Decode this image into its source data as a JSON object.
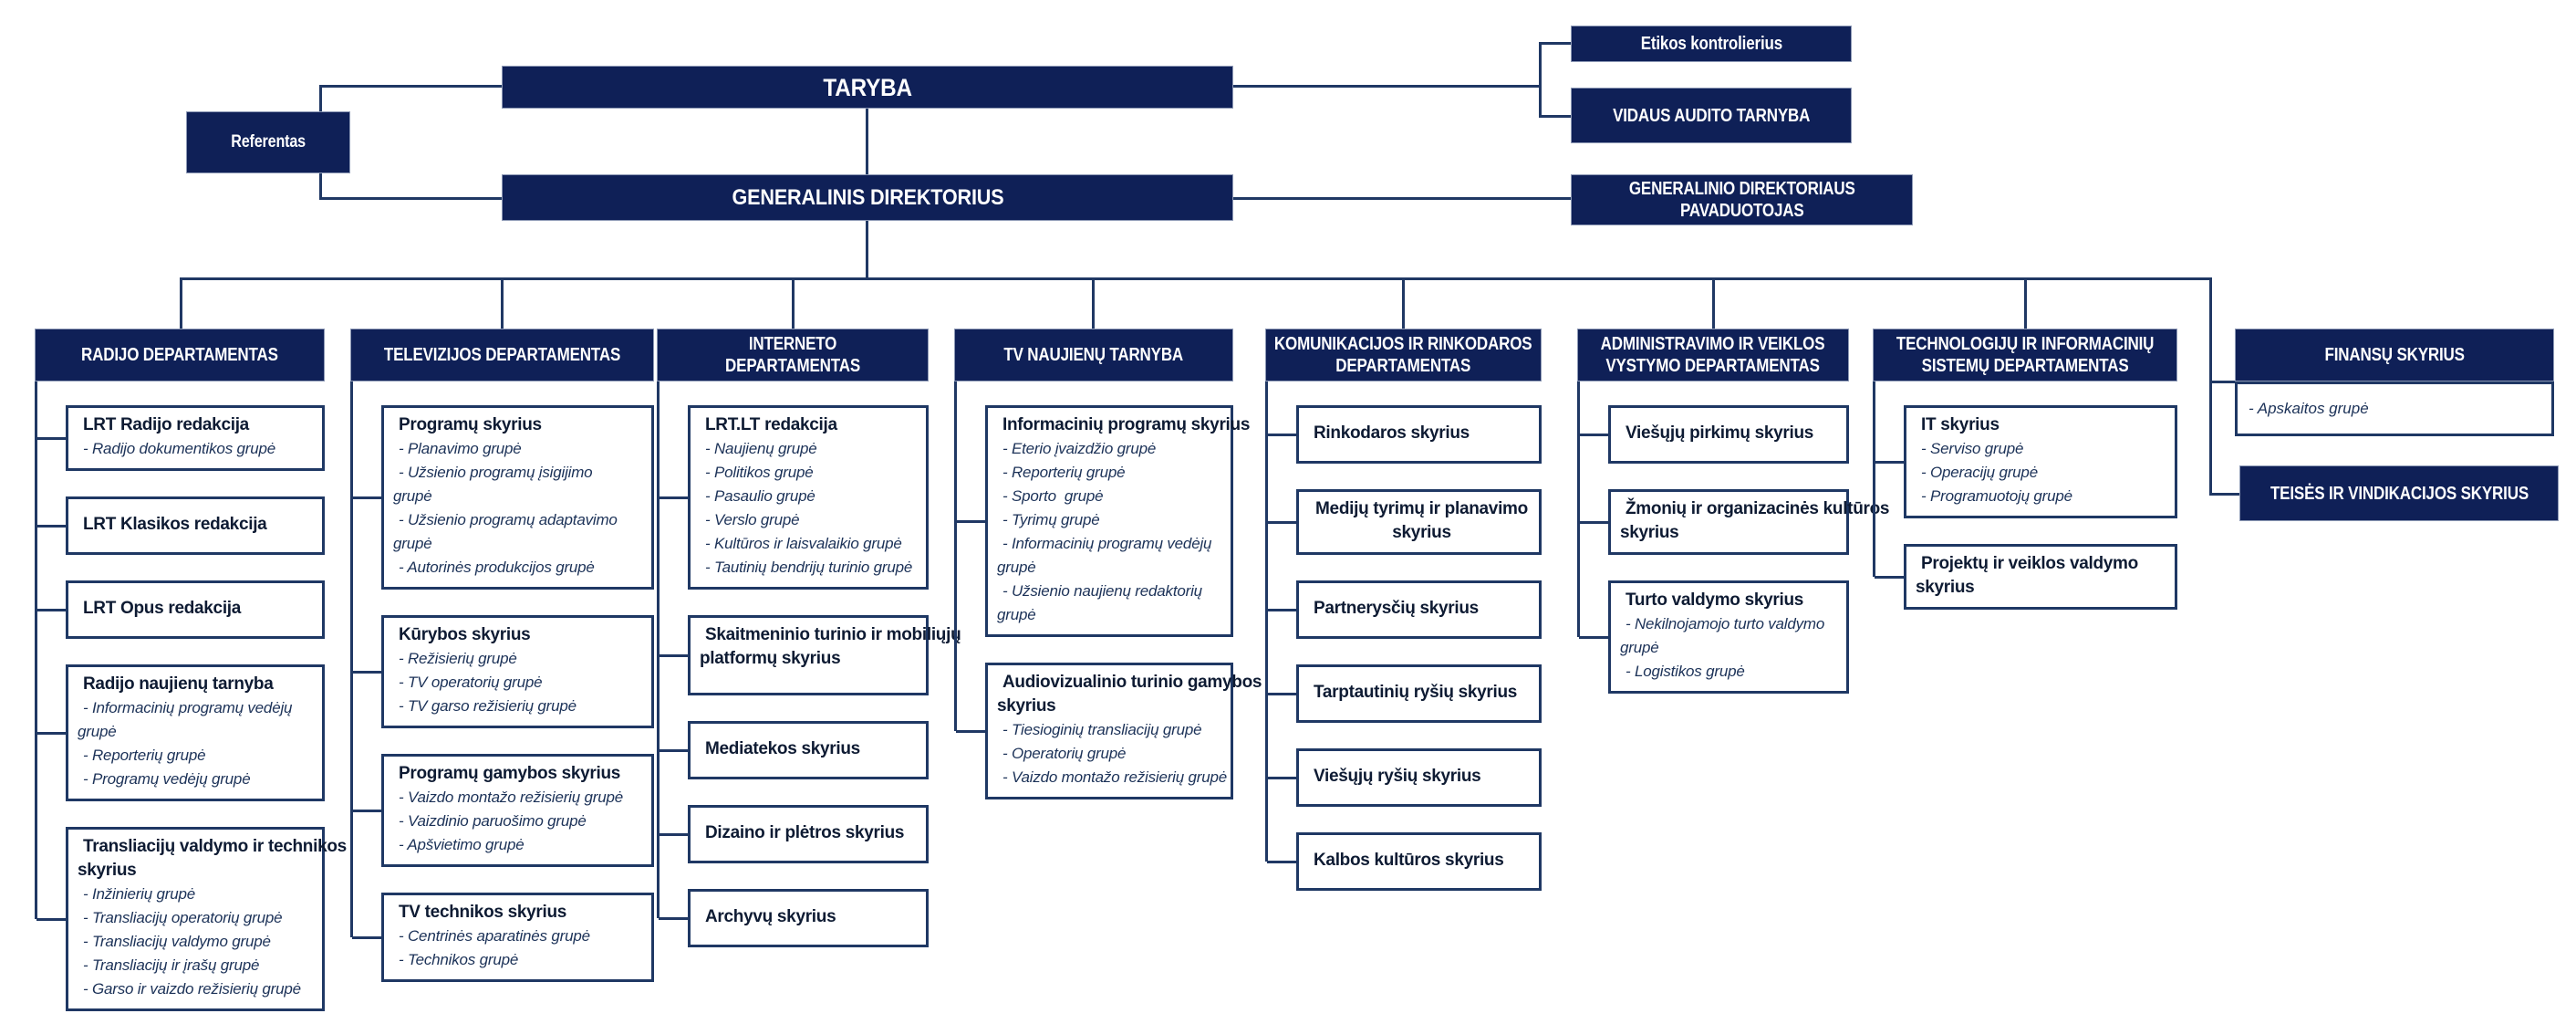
{
  "top": {
    "taryba": "TARYBA",
    "referentas": "Referentas",
    "etikos_kontrolierius": "Etikos kontrolierius",
    "vidaus_audito_tarnyba": "VIDAUS AUDITO TARNYBA",
    "generalinis_direktorius": "GENERALINIS DIREKTORIUS",
    "pavaduotojas": "GENERALINIO DIREKTORIAUS\nPAVADUOTOJAS"
  },
  "departments": [
    {
      "id": "radijo",
      "header": "RADIJO DEPARTAMENTAS",
      "children": [
        {
          "title": "LRT Radijo redakcija",
          "items": [
            "- Radijo dokumentikos grupė"
          ]
        },
        {
          "title": "LRT Klasikos redakcija",
          "items": []
        },
        {
          "title": "LRT Opus redakcija",
          "items": []
        },
        {
          "title": "Radijo naujienų tarnyba",
          "items": [
            "- Informacinių programų vedėjų\ngrupė",
            "- Reporterių grupė",
            "- Programų vedėjų grupė"
          ]
        },
        {
          "title": "Transliacijų valdymo ir technikos\nskyrius",
          "items": [
            "- Inžinierių grupė",
            "- Transliacijų operatorių grupė",
            "- Transliacijų valdymo grupė",
            "- Transliacijų ir įrašų grupė",
            "- Garso ir vaizdo režisierių grupė"
          ]
        }
      ]
    },
    {
      "id": "televizijos",
      "header": "TELEVIZIJOS DEPARTAMENTAS",
      "children": [
        {
          "title": "Programų skyrius",
          "items": [
            "- Planavimo grupė",
            "- Užsienio programų įsigijimo\ngrupė",
            "- Užsienio programų adaptavimo\ngrupė",
            "- Autorinės produkcijos grupė"
          ]
        },
        {
          "title": "Kūrybos skyrius",
          "items": [
            "- Režisierių grupė",
            "- TV operatorių grupė",
            "- TV garso režisierių grupė"
          ]
        },
        {
          "title": "Programų gamybos skyrius",
          "items": [
            "- Vaizdo montažo režisierių grupė",
            "- Vaizdinio paruošimo grupė",
            "- Apšvietimo grupė"
          ]
        },
        {
          "title": "TV technikos skyrius",
          "items": [
            "- Centrinės aparatinės grupė",
            "- Technikos grupė"
          ]
        }
      ]
    },
    {
      "id": "interneto",
      "header": "INTERNETO\nDEPARTAMENTAS",
      "children": [
        {
          "title": "LRT.LT redakcija",
          "items": [
            "- Naujienų grupė",
            "- Politikos grupė",
            "- Pasaulio grupė",
            "- Verslo grupė",
            "- Kultūros ir laisvalaikio grupė",
            "- Tautinių bendrijų turinio grupė"
          ]
        },
        {
          "title": "Skaitmeninio turinio ir mobiliųjų\nplatformų skyrius",
          "items": [],
          "min_height": 88,
          "top_align": true
        },
        {
          "title": "Mediatekos skyrius",
          "items": []
        },
        {
          "title": "Dizaino ir plėtros skyrius",
          "items": []
        },
        {
          "title": "Archyvų skyrius",
          "items": []
        }
      ]
    },
    {
      "id": "tv-naujienu",
      "header": "TV NAUJIENŲ TARNYBA",
      "children": [
        {
          "title": "Informacinių programų skyrius",
          "items": [
            "- Eterio įvaizdžio grupė",
            "- Reporterių grupė",
            "- Sporto  grupė",
            "- Tyrimų grupė",
            "- Informacinių programų vedėjų\ngrupė",
            "- Užsienio naujienų redaktorių\ngrupė"
          ]
        },
        {
          "title": "Audiovizualinio turinio gamybos\nskyrius",
          "items": [
            "- Tiesioginių transliacijų grupė",
            "- Operatorių grupė",
            "- Vaizdo montažo režisierių grupė"
          ]
        }
      ]
    },
    {
      "id": "komunikacijos",
      "header": "KOMUNIKACIJOS IR RINKODAROS\nDEPARTAMENTAS",
      "children": [
        {
          "title": "Rinkodaros skyrius",
          "items": []
        },
        {
          "title": "Medijų tyrimų ir planavimo\nskyrius",
          "items": [],
          "align": "center"
        },
        {
          "title": "Partnerysčių skyrius",
          "items": []
        },
        {
          "title": "Tarptautinių ryšių skyrius",
          "items": []
        },
        {
          "title": "Viešųjų ryšių skyrius",
          "items": []
        },
        {
          "title": "Kalbos kultūros skyrius",
          "items": []
        }
      ]
    },
    {
      "id": "administravimo",
      "header": "ADMINISTRAVIMO IR VEIKLOS\nVYSTYMO DEPARTAMENTAS",
      "children": [
        {
          "title": "Viešųjų pirkimų skyrius",
          "items": []
        },
        {
          "title": "Žmonių ir organizacinės kultūros\nskyrius",
          "items": []
        },
        {
          "title": "Turto valdymo skyrius",
          "items": [
            "- Nekilnojamojo turto valdymo\ngrupė",
            "- Logistikos grupė"
          ]
        }
      ]
    },
    {
      "id": "technologiju",
      "header": "TECHNOLOGIJŲ IR INFORMACINIŲ\nSISTEMŲ DEPARTAMENTAS",
      "children": [
        {
          "title": "IT skyrius",
          "items": [
            "- Serviso grupė",
            "- Operacijų grupė",
            "- Programuotojų grupė"
          ]
        },
        {
          "title": "Projektų ir veiklos valdymo\nskyrius",
          "items": []
        }
      ]
    }
  ],
  "right": {
    "finansai_header": "FINANSŲ SKYRIUS",
    "finansai_item": "- Apskaitos grupė",
    "teises": "TEISĖS IR VINDIKACIJOS SKYRIUS"
  },
  "colors": {
    "box_fill": "#0f2057",
    "box_border": "#1f3864",
    "line": "#203864",
    "item_text": "#1c3258",
    "title_text": "#0e1b33"
  }
}
